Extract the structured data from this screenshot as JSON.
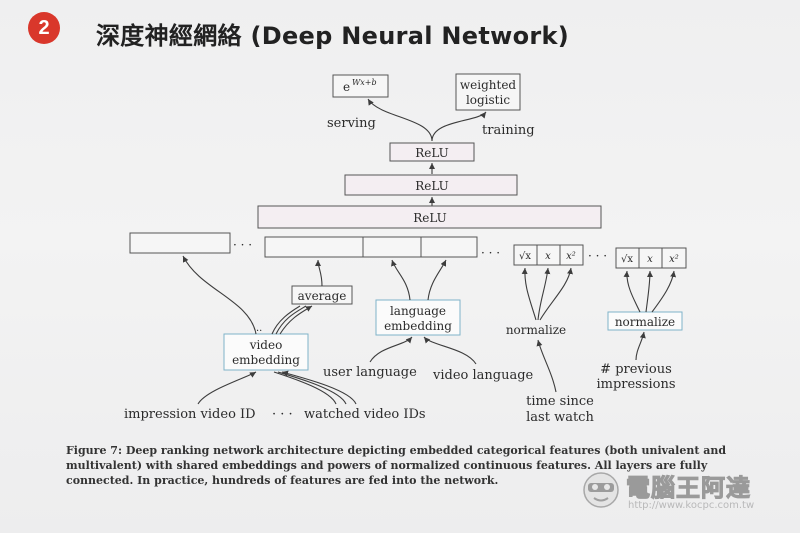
{
  "slide": {
    "number": "2",
    "title": "深度神經網絡 (Deep Neural Network)"
  },
  "outputs": {
    "serving_box": "e",
    "serving_exponent": "Wx+b",
    "training_box_line1": "weighted",
    "training_box_line2": "logistic",
    "serving_label": "serving",
    "training_label": "training"
  },
  "layers": [
    "ReLU",
    "ReLU",
    "ReLU"
  ],
  "embedding_row": {
    "ellipsis": "· · ·",
    "ellipsis2": "· · ·",
    "ellipsis3": "· · ·",
    "continuous_a": [
      "√x",
      "x",
      "x²"
    ],
    "continuous_b": [
      "√x",
      "x",
      "x²"
    ]
  },
  "nodes": {
    "average": "average",
    "video_embedding_line1": "video",
    "video_embedding_line2": "embedding",
    "language_embedding_line1": "language",
    "language_embedding_line2": "embedding",
    "normalize_a": "normalize",
    "normalize_b": "normalize"
  },
  "inputs": {
    "impression_video_id": "impression video ID",
    "input_dots": "· · ·",
    "watched_video_ids": "watched video IDs",
    "user_language": "user language",
    "video_language": "video language",
    "time_since_line1": "time since",
    "time_since_line2": "last watch",
    "previous_impressions_line1": "# previous",
    "previous_impressions_line2": "impressions"
  },
  "caption": "Figure 7: Deep ranking network architecture depicting embedded categorical features (both univalent and multivalent) with shared embeddings and powers of normalized continuous features. All layers are fully connected. In practice, hundreds of features are fed into the network.",
  "watermark": {
    "brand": "電腦王阿達",
    "url": "http://www.kocpc.com.tw"
  },
  "colors": {
    "badge": "#d9372b",
    "embedding_outline": "#7fb3c9"
  }
}
